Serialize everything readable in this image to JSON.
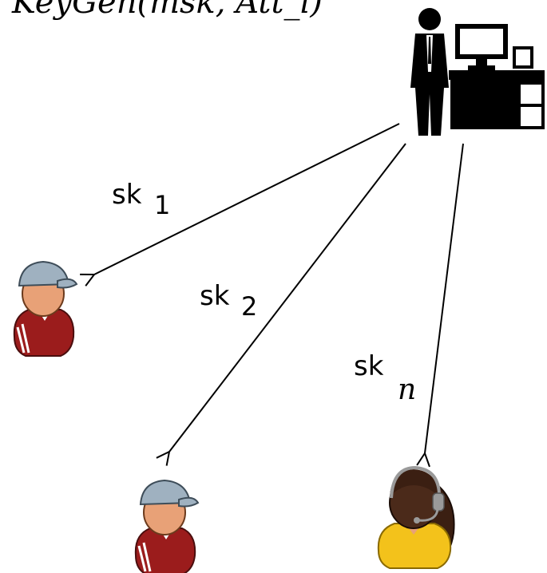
{
  "formula": {
    "text": "KeyGen(msk, Att_i)"
  },
  "authority": {
    "icon": "office-worker-at-desk-icon"
  },
  "keys": [
    {
      "prefix": "sk",
      "subscript": "1"
    },
    {
      "prefix": "sk",
      "subscript": "2"
    },
    {
      "prefix": "sk",
      "subscript": "n"
    }
  ],
  "users": [
    {
      "icon": "user-cap-red-icon"
    },
    {
      "icon": "user-cap-red-icon"
    },
    {
      "icon": "user-headset-yellow-icon"
    }
  ],
  "colors": {
    "cap": "#9fb1c0",
    "red_shirt": "#9b1c1c",
    "skin": "#e8a177",
    "yellow_shirt": "#f3c21b",
    "dark_hair": "#3b1f12"
  }
}
